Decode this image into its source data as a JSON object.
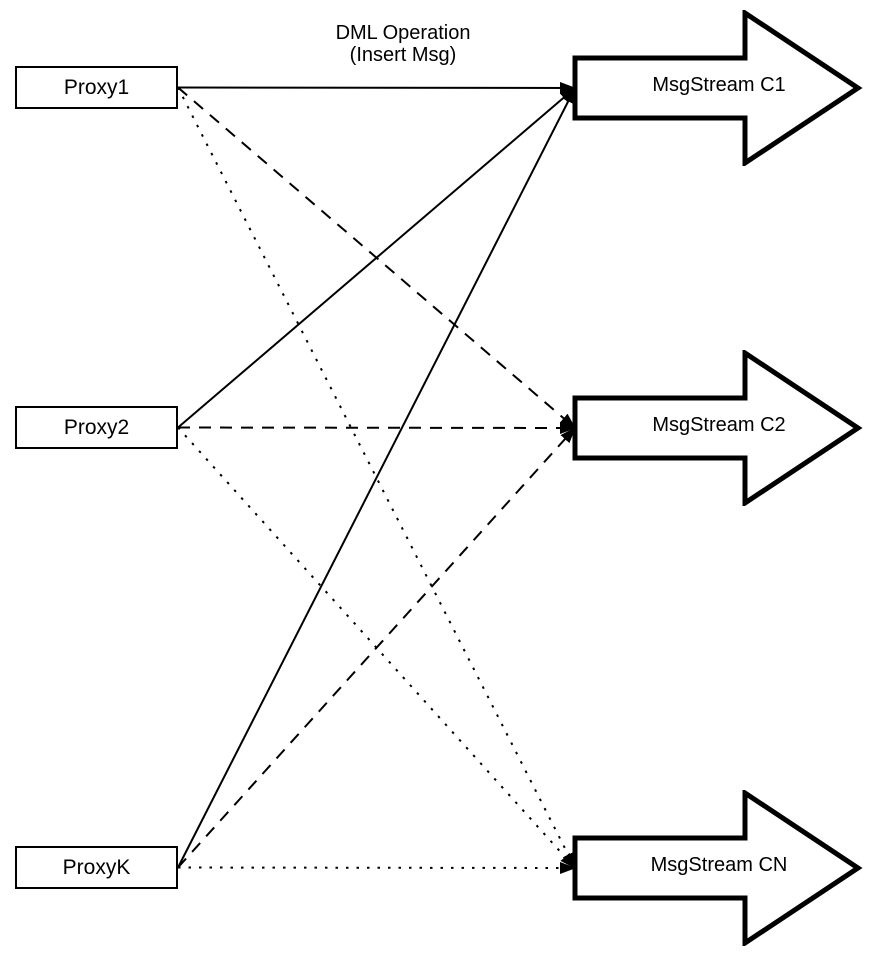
{
  "diagram": {
    "edge_label": {
      "line1": "DML Operation",
      "line2": "(Insert Msg)"
    },
    "colors": {
      "stroke": "#000000",
      "fill": "#ffffff"
    },
    "proxies": [
      {
        "id": "proxy1",
        "label": "Proxy1"
      },
      {
        "id": "proxy2",
        "label": "Proxy2"
      },
      {
        "id": "proxyk",
        "label": "ProxyK"
      }
    ],
    "streams": [
      {
        "id": "c1",
        "label": "MsgStream C1"
      },
      {
        "id": "c2",
        "label": "MsgStream C2"
      },
      {
        "id": "cn",
        "label": "MsgStream CN"
      }
    ],
    "edges": [
      {
        "from": "proxy1",
        "to": "c1",
        "style": "solid"
      },
      {
        "from": "proxy2",
        "to": "c1",
        "style": "solid"
      },
      {
        "from": "proxyk",
        "to": "c1",
        "style": "solid"
      },
      {
        "from": "proxy1",
        "to": "c2",
        "style": "dashed"
      },
      {
        "from": "proxy2",
        "to": "c2",
        "style": "dashed"
      },
      {
        "from": "proxyk",
        "to": "c2",
        "style": "dashed"
      },
      {
        "from": "proxy1",
        "to": "cn",
        "style": "dotted"
      },
      {
        "from": "proxy2",
        "to": "cn",
        "style": "dotted"
      },
      {
        "from": "proxyk",
        "to": "cn",
        "style": "dotted"
      }
    ]
  }
}
